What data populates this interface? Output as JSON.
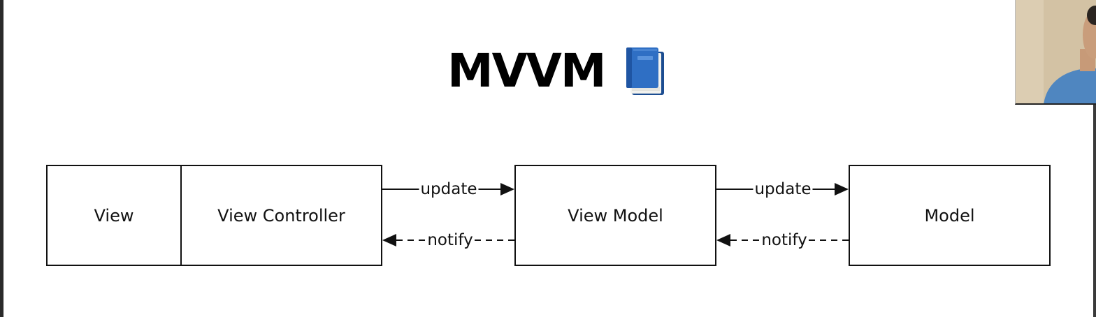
{
  "title": {
    "text": "MVVM",
    "icon": "blue-book-icon"
  },
  "nodes": {
    "view": "View",
    "view_controller": "View Controller",
    "view_model": "View Model",
    "model": "Model"
  },
  "edges": {
    "vc_to_vm": "update",
    "vm_to_vc": "notify",
    "vm_to_model": "update",
    "model_to_vm": "notify"
  },
  "colors": {
    "book_blue": "#2f6fc4",
    "webcam_wall": "#d3c2a4",
    "shirt_blue": "#4f86c0"
  }
}
